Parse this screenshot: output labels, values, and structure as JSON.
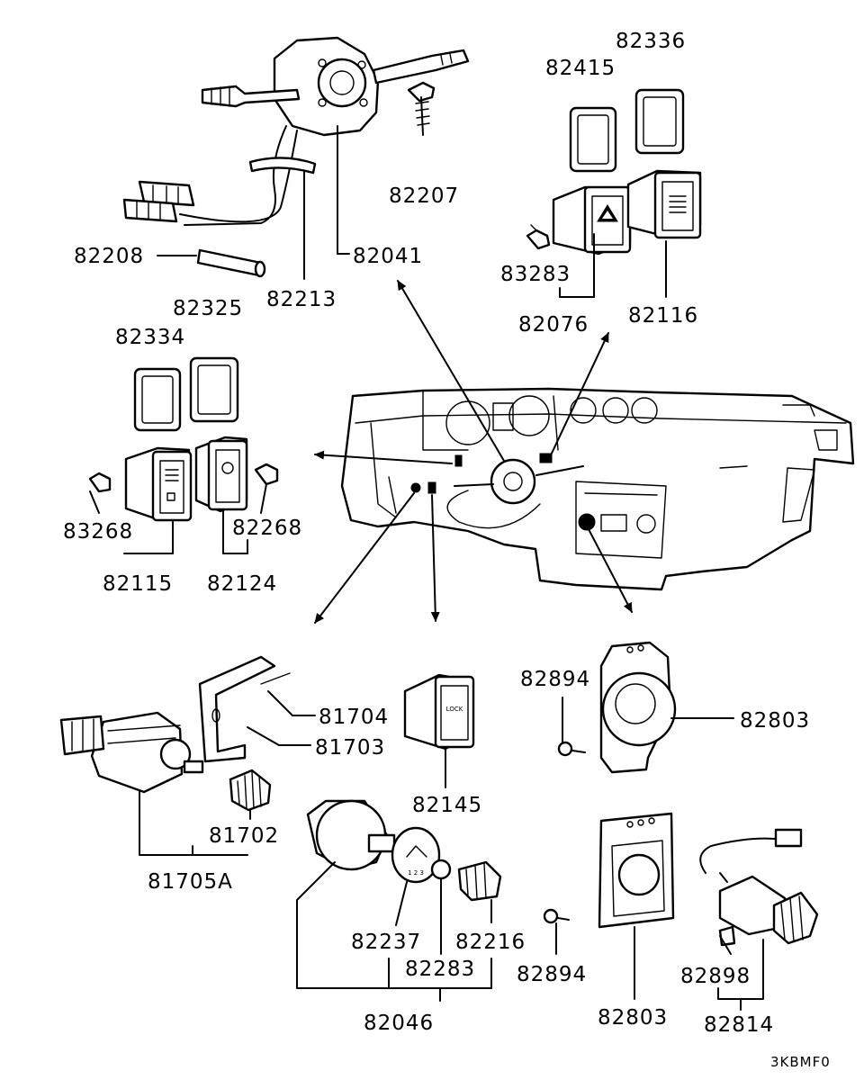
{
  "parts": {
    "p82336": "82336",
    "p82415": "82415",
    "p82207": "82207",
    "p82208": "82208",
    "p82041": "82041",
    "p82213": "82213",
    "p83283": "83283",
    "p82076": "82076",
    "p82116": "82116",
    "p82325": "82325",
    "p82334": "82334",
    "p83268": "83268",
    "p82268": "82268",
    "p82115": "82115",
    "p82124": "82124",
    "p81704": "81704",
    "p81703": "81703",
    "p81702": "81702",
    "p81705A": "81705A",
    "p82145": "82145",
    "p82894a": "82894",
    "p82803a": "82803",
    "p82237": "82237",
    "p82283": "82283",
    "p82216": "82216",
    "p82046": "82046",
    "p82894b": "82894",
    "p82803b": "82803",
    "p82898": "82898",
    "p82814": "82814"
  },
  "diagram_code": "3KBMF0",
  "switch_text": {
    "lock": "LOCK",
    "dial_marks": "1 2 3"
  }
}
